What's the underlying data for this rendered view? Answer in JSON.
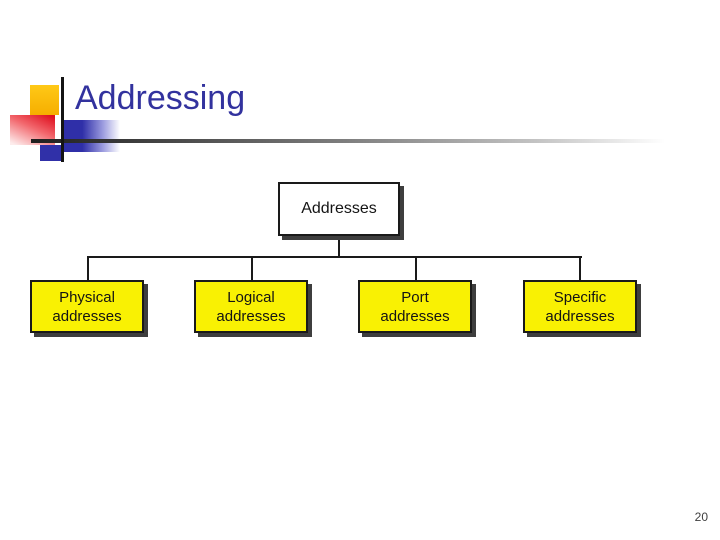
{
  "slide": {
    "title": "Addressing",
    "page_number": "20",
    "background_color": "#ffffff",
    "title_color": "#32329e"
  },
  "decoration": {
    "yellow_square_color": "#ffc917",
    "red_square_color": "#df101f",
    "blue_rect_color": "#2f2fa8",
    "rule_color": "#3a3a3a"
  },
  "diagram": {
    "type": "tree",
    "root": {
      "label": "Addresses",
      "fill": "#ffffff",
      "border": "#1a1a1a",
      "shadow": "#3e3e3e"
    },
    "children": [
      {
        "label": "Physical addresses",
        "fill": "#f9f103"
      },
      {
        "label": "Logical addresses",
        "fill": "#f9f103"
      },
      {
        "label": "Port addresses",
        "fill": "#f9f103"
      },
      {
        "label": "Specific addresses",
        "fill": "#f9f103"
      }
    ]
  }
}
